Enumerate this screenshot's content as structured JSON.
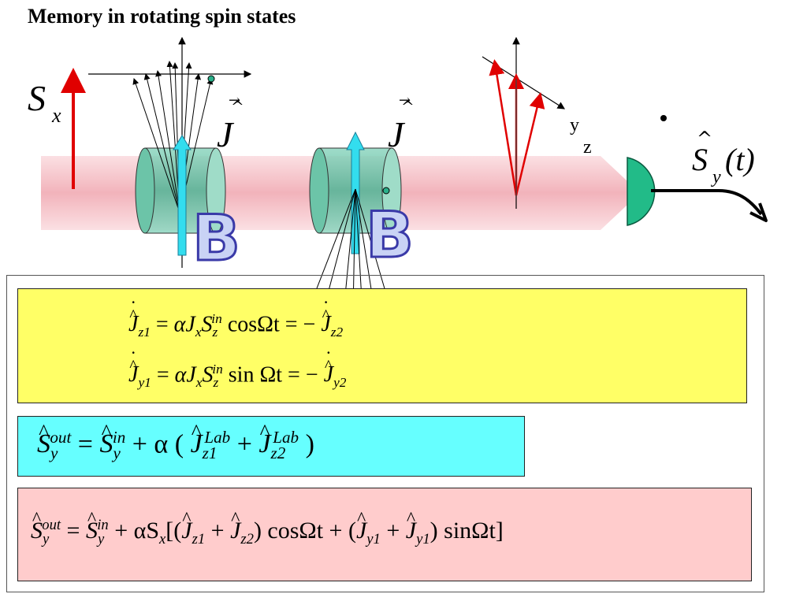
{
  "title": "Memory in rotating spin states",
  "labels": {
    "sx_main": "S",
    "sx_sub": "x",
    "j_letter": "J",
    "b_letter": "B",
    "axis_y": "y",
    "axis_z": "z",
    "sy_main": "S",
    "sy_sub": "y",
    "sy_arg": "(t)"
  },
  "colors": {
    "beam": "#f4b4bc",
    "cell": "#5fbfa0",
    "arrow_cyan": "#33ddee",
    "arrow_red": "#e00000",
    "detector": "#22bb88",
    "box_yellow": "#ffff66",
    "box_cyan": "#66ffff",
    "box_pink": "#ffcccc"
  },
  "equations": {
    "eq1": {
      "lhs": "J",
      "lhs_sub": "z1",
      "eq": "=",
      "alpha": "α",
      "jx": "J",
      "jx_sub": "x",
      "s": "S",
      "s_sub": "z",
      "s_sup": "in",
      "func": "cos",
      "omega_t": "Ωt",
      "eq2": "= −",
      "rhs": "J",
      "rhs_sub": "z2"
    },
    "eq2": {
      "lhs": "J",
      "lhs_sub": "y1",
      "eq": "=",
      "alpha": "α",
      "jx": "J",
      "jx_sub": "x",
      "s": "S",
      "s_sub": "z",
      "s_sup": "in",
      "func": "sin",
      "omega_t": "Ωt",
      "eq2": "= −",
      "rhs": "J",
      "rhs_sub": "y2"
    },
    "eq3": {
      "lhs": "S",
      "lhs_sub": "y",
      "lhs_sup": "out",
      "eq": "=",
      "s_in": "S",
      "s_in_sub": "y",
      "s_in_sup": "in",
      "plus_alpha": "+ α (",
      "j1": "J",
      "j1_sub": "z1",
      "j1_sup": "Lab",
      "plus": "+",
      "j2": "J",
      "j2_sub": "z2",
      "j2_sup": "Lab",
      "close": ")"
    },
    "eq4": {
      "lhs": "S",
      "lhs_sub": "y",
      "lhs_sup": "out",
      "eq": "=",
      "s_in": "S",
      "s_in_sub": "y",
      "s_in_sup": "in",
      "alpha_s": "+ αS",
      "alpha_s_sub": "x",
      "open": "[(",
      "jz1": "J",
      "jz1_sub": "z1",
      "plus1": "+",
      "jz2": "J",
      "jz2_sub": "z2",
      "cos_part": ") cosΩt + (",
      "jy1": "J",
      "jy1_sub": "y1",
      "plus2": "+",
      "jy2": "J",
      "jy2_sub": "y1",
      "sin_part": ") sinΩt]"
    }
  }
}
